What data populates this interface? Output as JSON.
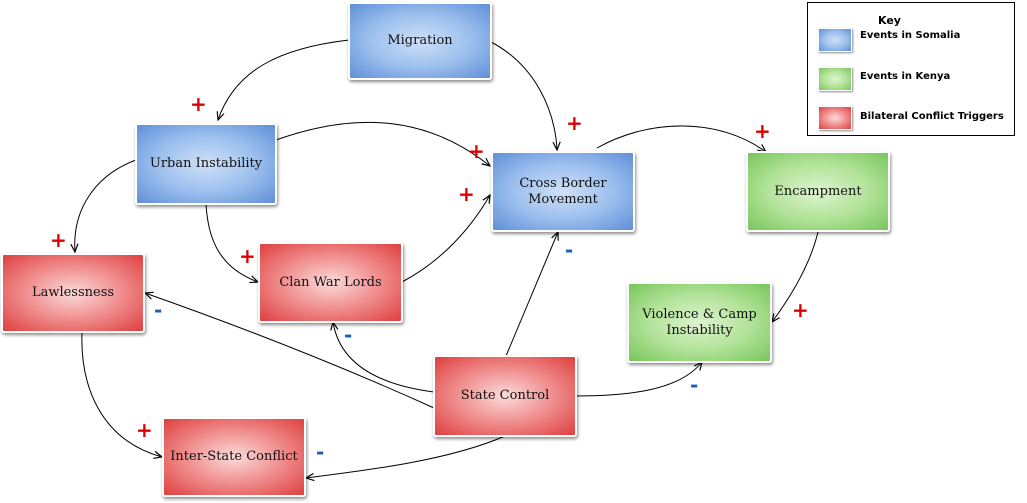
{
  "nodes": {
    "migration": {
      "label": "Migration",
      "category": "somalia"
    },
    "urban_instability": {
      "label": "Urban Instability",
      "category": "somalia"
    },
    "cross_border_movement": {
      "label": "Cross Border Movement",
      "category": "somalia"
    },
    "encampment": {
      "label": "Encampment",
      "category": "kenya"
    },
    "lawlessness": {
      "label": "Lawlessness",
      "category": "conflict"
    },
    "clan_war_lords": {
      "label": "Clan War Lords",
      "category": "conflict"
    },
    "violence_camp_instability": {
      "label": "Violence & Camp Instability",
      "category": "kenya"
    },
    "state_control": {
      "label": "State Control",
      "category": "conflict"
    },
    "inter_state_conflict": {
      "label": "Inter-State Conflict",
      "category": "conflict"
    }
  },
  "edges": [
    {
      "from": "migration",
      "to": "urban_instability",
      "sign": "+"
    },
    {
      "from": "migration",
      "to": "cross_border_movement",
      "sign": "+"
    },
    {
      "from": "urban_instability",
      "to": "cross_border_movement",
      "sign": "+"
    },
    {
      "from": "urban_instability",
      "to": "lawlessness",
      "sign": "+"
    },
    {
      "from": "urban_instability",
      "to": "clan_war_lords",
      "sign": "+"
    },
    {
      "from": "clan_war_lords",
      "to": "cross_border_movement",
      "sign": "+"
    },
    {
      "from": "cross_border_movement",
      "to": "encampment",
      "sign": "+"
    },
    {
      "from": "encampment",
      "to": "violence_camp_instability",
      "sign": "+"
    },
    {
      "from": "lawlessness",
      "to": "inter_state_conflict",
      "sign": "+"
    },
    {
      "from": "state_control",
      "to": "lawlessness",
      "sign": "-"
    },
    {
      "from": "state_control",
      "to": "clan_war_lords",
      "sign": "-"
    },
    {
      "from": "state_control",
      "to": "cross_border_movement",
      "sign": "-"
    },
    {
      "from": "state_control",
      "to": "violence_camp_instability",
      "sign": "-"
    },
    {
      "from": "state_control",
      "to": "inter_state_conflict",
      "sign": "-"
    }
  ],
  "legend": {
    "title": "Key",
    "items": [
      {
        "label": "Events in Somalia",
        "category": "somalia"
      },
      {
        "label": "Events in Kenya",
        "category": "kenya"
      },
      {
        "label": "Bilateral Conflict Triggers",
        "category": "conflict"
      }
    ]
  },
  "colors": {
    "somalia": "#8db4ea",
    "kenya": "#a6dc8c",
    "conflict": "#ee7272",
    "plus": "#dd0000",
    "minus": "#1d5fb5"
  }
}
